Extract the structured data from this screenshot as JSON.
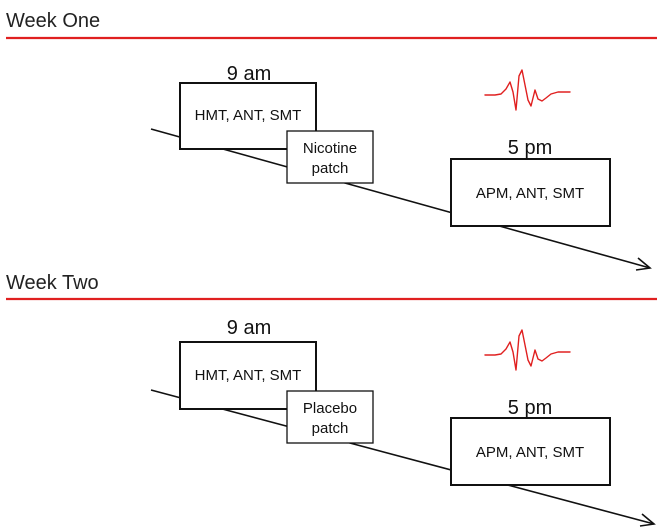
{
  "colors": {
    "divider": "#e02020",
    "waveform": "#e02020",
    "line": "#111111"
  },
  "weeks": [
    {
      "title": "Week One",
      "morning_time": "9 am",
      "morning_tasks": "HMT, ANT, SMT",
      "patch_line1": "Nicotine",
      "patch_line2": "patch",
      "evening_time": "5 pm",
      "evening_tasks": "APM, ANT, SMT",
      "waveform_icon": "ecg-waveform-icon"
    },
    {
      "title": "Week Two",
      "morning_time": "9 am",
      "morning_tasks": "HMT, ANT, SMT",
      "patch_line1": "Placebo",
      "patch_line2": "patch",
      "evening_time": "5 pm",
      "evening_tasks": "APM, ANT, SMT",
      "waveform_icon": "ecg-waveform-icon"
    }
  ]
}
